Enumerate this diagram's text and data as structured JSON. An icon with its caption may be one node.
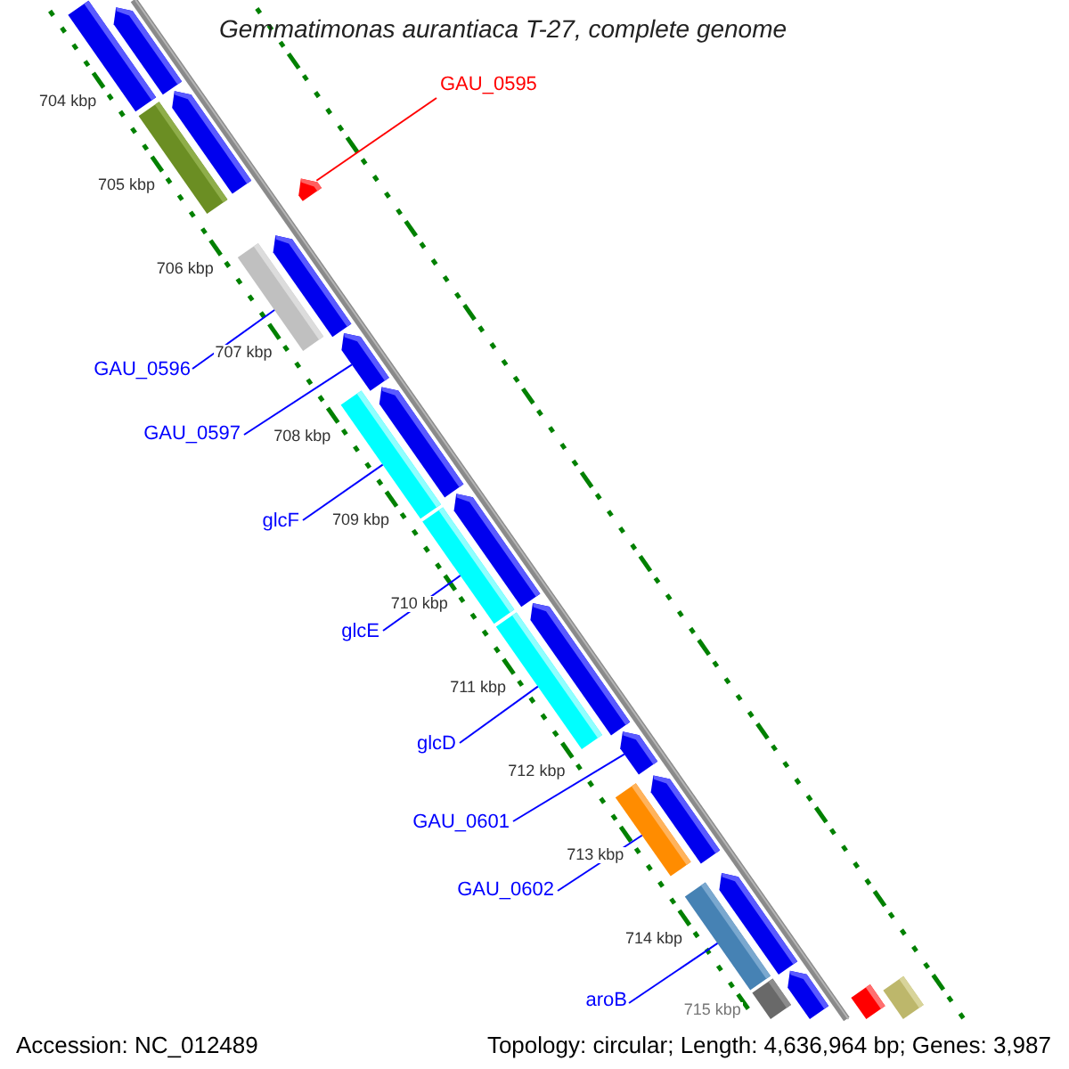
{
  "diagram": {
    "title": "Gemmatimonas aurantiaca T-27, complete genome",
    "nodes": [
      {
        "text": [
          "GAU_0595"
        ]
      },
      {
        "text": [
          "GAU_0596"
        ]
      },
      {
        "text": [
          "GAU_0597"
        ]
      },
      {
        "text": [
          "glcF"
        ]
      },
      {
        "text": [
          "glcE"
        ]
      },
      {
        "text": [
          "glcD"
        ]
      },
      {
        "text": [
          "GAU_0601"
        ]
      },
      {
        "text": [
          "GAU_0602"
        ]
      },
      {
        "text": [
          "aroB"
        ]
      },
      {
        "text": [],
        "shape": "bar"
      },
      {
        "text": [],
        "shape": "pentagon"
      },
      {
        "text": [],
        "shape": "bar"
      },
      {
        "text": [],
        "shape": "pentagon"
      },
      {
        "text": [],
        "shape": "pentagon"
      },
      {
        "text": [],
        "shape": "bar"
      },
      {
        "text": [],
        "shape": "pentagon"
      },
      {
        "text": [],
        "shape": "pentagon"
      },
      {
        "text": [],
        "shape": "bar"
      },
      {
        "text": [],
        "shape": "pentagon"
      },
      {
        "text": [],
        "shape": "pentagon"
      },
      {
        "text": [],
        "shape": "bar"
      },
      {
        "text": [],
        "shape": "bar"
      },
      {
        "text": [],
        "shape": "pentagon"
      },
      {
        "text": [],
        "shape": "pentagon"
      },
      {
        "text": [],
        "shape": "bar"
      },
      {
        "text": [],
        "shape": "pentagon"
      },
      {
        "text": [],
        "shape": "bar"
      },
      {
        "text": [],
        "shape": "pentagon"
      },
      {
        "text": [],
        "shape": "bar"
      },
      {
        "text": [],
        "shape": "pentagon"
      },
      {
        "text": [],
        "shape": "bar"
      },
      {
        "text": [],
        "shape": "bar"
      }
    ],
    "edges": [
      {
        "from": 0,
        "to": 13,
        "arrow": "none",
        "color": "#ff0000"
      },
      {
        "from": 1,
        "to": 14,
        "arrow": "none"
      },
      {
        "from": 2,
        "to": 16,
        "arrow": "none"
      },
      {
        "from": 3,
        "to": 17,
        "arrow": "none"
      },
      {
        "from": 4,
        "to": 20,
        "arrow": "none"
      },
      {
        "from": 5,
        "to": 21,
        "arrow": "none"
      },
      {
        "from": 6,
        "to": 23,
        "arrow": "none"
      },
      {
        "from": 7,
        "to": 24,
        "arrow": "none"
      },
      {
        "from": 8,
        "to": 26,
        "arrow": "none"
      }
    ],
    "labels": [
      "704 kbp",
      "705 kbp",
      "706 kbp",
      "707 kbp",
      "708 kbp",
      "709 kbp",
      "710 kbp",
      "711 kbp",
      "712 kbp",
      "713 kbp",
      "714 kbp",
      "715 kbp",
      "Accession: NC_012489",
      "Topology: circular; Length: 4,636,964 bp; Genes: 3,987"
    ]
  }
}
